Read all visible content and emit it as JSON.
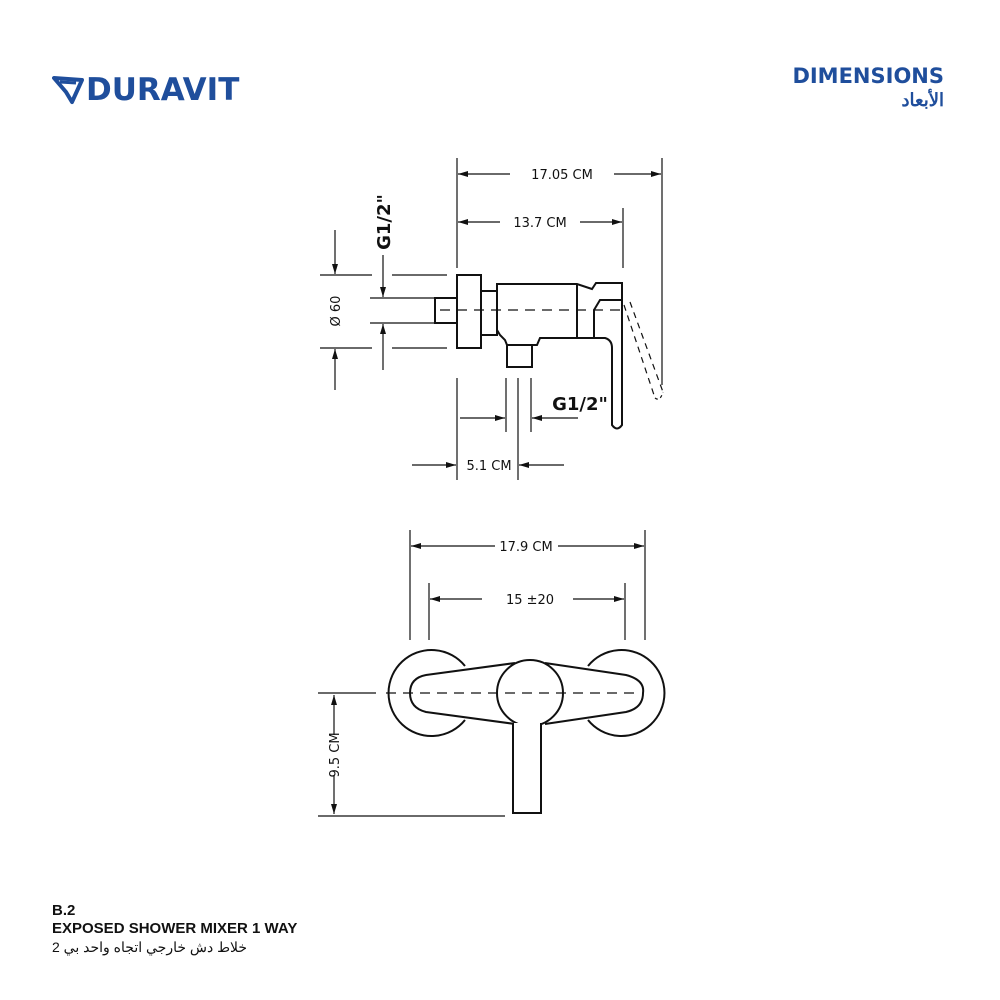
{
  "brand": {
    "name": "DURAVIT",
    "color": "#1f4e9c"
  },
  "header": {
    "title": "DIMENSIONS",
    "title_ar": "الأبعاد"
  },
  "side_view": {
    "overall_length": "17.05 CM",
    "body_length": "13.7 CM",
    "diameter": "Ø 60",
    "inlet_thread": "G1/2\"",
    "outlet_thread": "G1/2\"",
    "outlet_offset": "5.1 CM"
  },
  "front_view": {
    "overall_width": "17.9 CM",
    "center_distance": "15 ±20",
    "height": "9.5 CM"
  },
  "product": {
    "code": "B.2",
    "name": "EXPOSED SHOWER MIXER 1 WAY",
    "name_ar": "خلاط دش خارجي اتجاه واحد بي 2"
  }
}
